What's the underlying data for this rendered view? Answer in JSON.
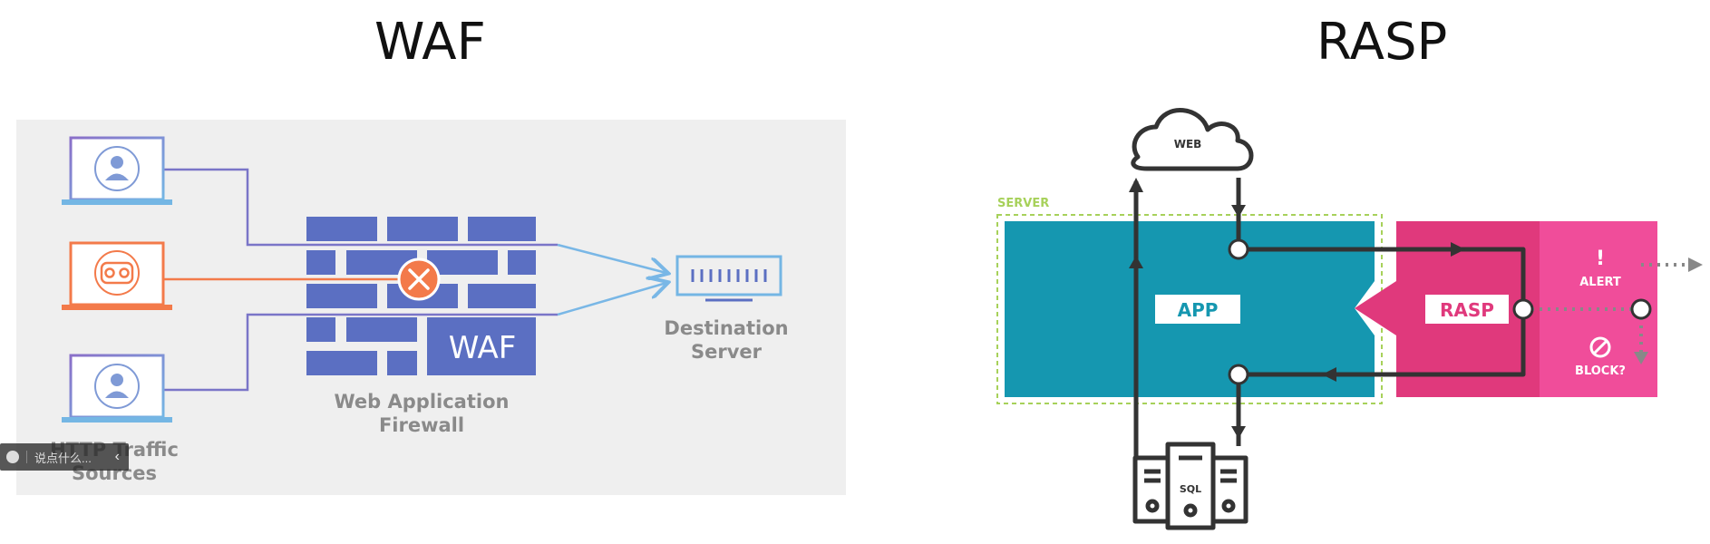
{
  "waf_title": "WAF",
  "rasp_title": "RASP",
  "waf": {
    "firewall_label_1": "Web Application",
    "firewall_label_2": "Firewall",
    "wall_text": "WAF",
    "dest_label_1": "Destination",
    "dest_label_2": "Server",
    "sources_label_1": "HTTP Traffic",
    "sources_label_2": "Sources"
  },
  "rasp": {
    "web": "WEB",
    "server": "SERVER",
    "app": "APP",
    "rasp": "RASP",
    "alert_mark": "!",
    "alert": "ALERT",
    "block": "BLOCK?",
    "sql": "SQL"
  },
  "overlay": {
    "placeholder": "说点什么..."
  },
  "colors": {
    "waf_panel": "#efefef",
    "wall_blue": "#5b6fc2",
    "user_blue": "#7f9ad6",
    "bot_orange": "#f37a4a",
    "line_blue": "#79b7e6",
    "app_teal": "#1597b0",
    "rasp_pink": "#e0397c",
    "alert_pink": "#f04d9a",
    "server_green": "#a7d15a"
  }
}
